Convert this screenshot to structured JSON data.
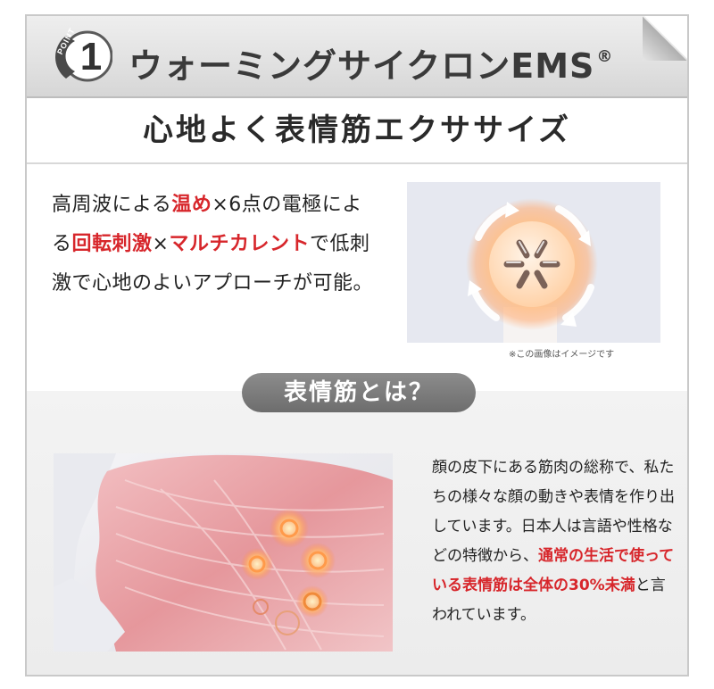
{
  "header": {
    "point_label": "POINT",
    "point_number": "1",
    "title": "ウォーミングサイクロンEMS",
    "registered_mark": "®"
  },
  "subtitle": "心地よく表情筋エクササイズ",
  "description": {
    "segments": [
      {
        "text": "高周波による",
        "highlight": false
      },
      {
        "text": "温め",
        "highlight": true
      },
      {
        "text": "×6点の電極によ",
        "highlight": false
      },
      {
        "text": "る",
        "highlight": false
      },
      {
        "text": "回転刺激",
        "highlight": true
      },
      {
        "text": "×",
        "highlight": false
      },
      {
        "text": "マルチカレント",
        "highlight": true
      },
      {
        "text": "で低刺激で心地のよいアプローチが可能。",
        "highlight": false
      }
    ]
  },
  "image_note": "※この画像はイメージです",
  "section_pill": "表情筋とは？",
  "explanation": {
    "segments": [
      {
        "text": "顔の皮下にある筋肉の総称で、私たちの様々な顔の動きや表情を作り出しています。日本人は言語や性格などの特徴から、",
        "highlight": false
      },
      {
        "text": "通常の生活で使っている表情筋は全体の30%未満",
        "highlight": true
      },
      {
        "text": "と言われています。",
        "highlight": false
      }
    ]
  },
  "colors": {
    "accent_red": "#d7262b",
    "pill_gray": "#7a7a7a",
    "header_gray": "#e2e2e2"
  },
  "icons": {
    "ems_head": "ems-device-head-illustration",
    "muscle": "facial-muscle-illustration"
  }
}
